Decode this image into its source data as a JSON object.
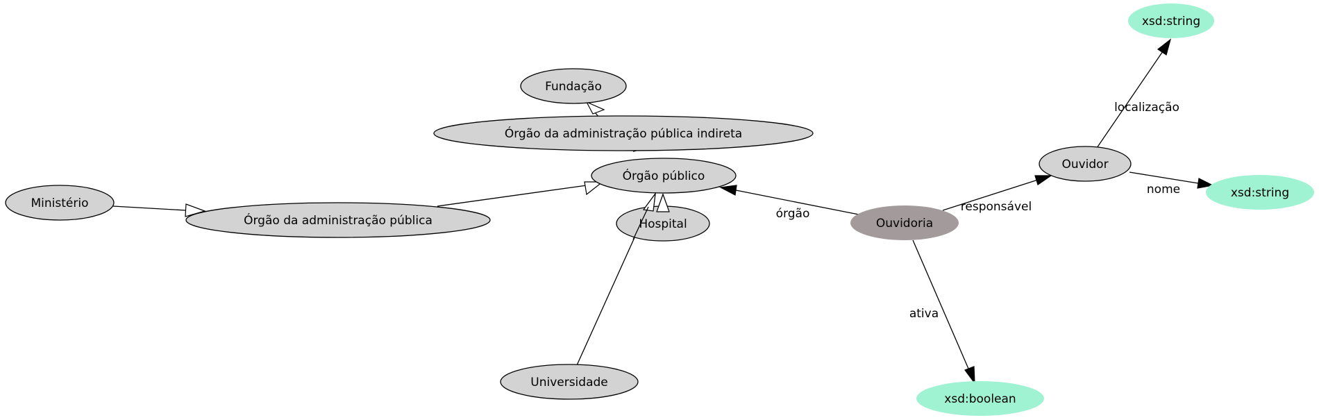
{
  "colors": {
    "class_fill": "#d3d3d3",
    "main_fill": "#a39b9b",
    "literal_fill": "#a0f3d2",
    "stroke": "#000000"
  },
  "nodes": {
    "fundacao": "Fundação",
    "indireta": "Órgão da administração pública indireta",
    "orgao_publico": "Órgão público",
    "ministerio": "Ministério",
    "adm_publica": "Órgão da administração pública",
    "hospital": "Hospital",
    "universidade": "Universidade",
    "ouvidoria": "Ouvidoria",
    "ouvidor": "Ouvidor",
    "xsd_string_1": "xsd:string",
    "xsd_string_2": "xsd:string",
    "xsd_boolean": "xsd:boolean"
  },
  "edge_labels": {
    "orgao": "órgão",
    "responsavel": "responsável",
    "localizacao": "localização",
    "nome": "nome",
    "ativa": "ativa"
  }
}
